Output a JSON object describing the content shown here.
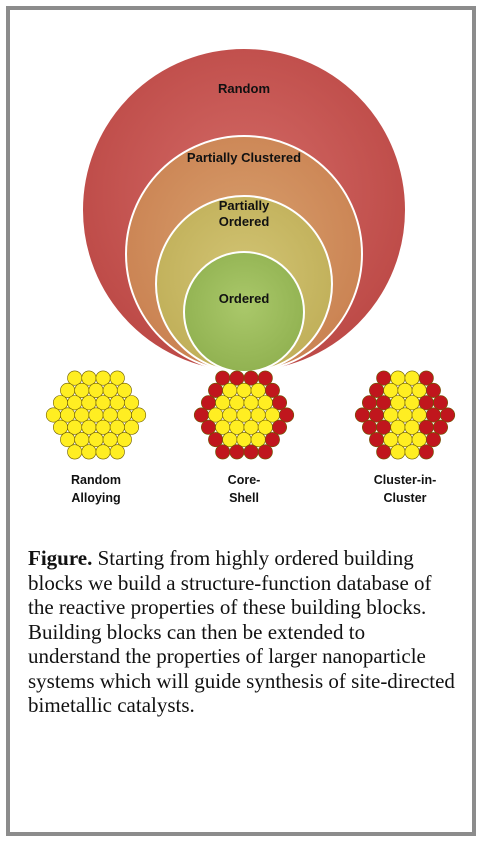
{
  "diagram": {
    "rings": [
      {
        "label_lines": [
          "Random"
        ],
        "color": "#c0504d"
      },
      {
        "label_lines": [
          "Partially Clustered"
        ],
        "color": "#cd8557"
      },
      {
        "label_lines": [
          "Partially",
          "Ordered"
        ],
        "color": "#c8b862"
      },
      {
        "label_lines": [
          "Ordered"
        ],
        "color": "#9bbb59"
      }
    ],
    "nanoparticles": [
      {
        "label_lines": [
          "Random",
          "Alloying"
        ],
        "pattern": "random"
      },
      {
        "label_lines": [
          "Core-",
          "Shell"
        ],
        "pattern": "core-shell"
      },
      {
        "label_lines": [
          "Cluster-in-",
          "Cluster"
        ],
        "pattern": "cluster-in-cluster"
      }
    ],
    "colors": {
      "atom_a": "#c0161d",
      "atom_b": "#ffee22",
      "atom_stroke": "#6b5a00"
    }
  },
  "caption": {
    "label": "Figure.",
    "text": "Starting from highly ordered building blocks we build a structure-function database of the reactive properties of these building blocks. Building blocks can then be extended to understand the properties of larger nanoparticle systems which will guide synthesis of site-directed bimetallic catalysts."
  }
}
